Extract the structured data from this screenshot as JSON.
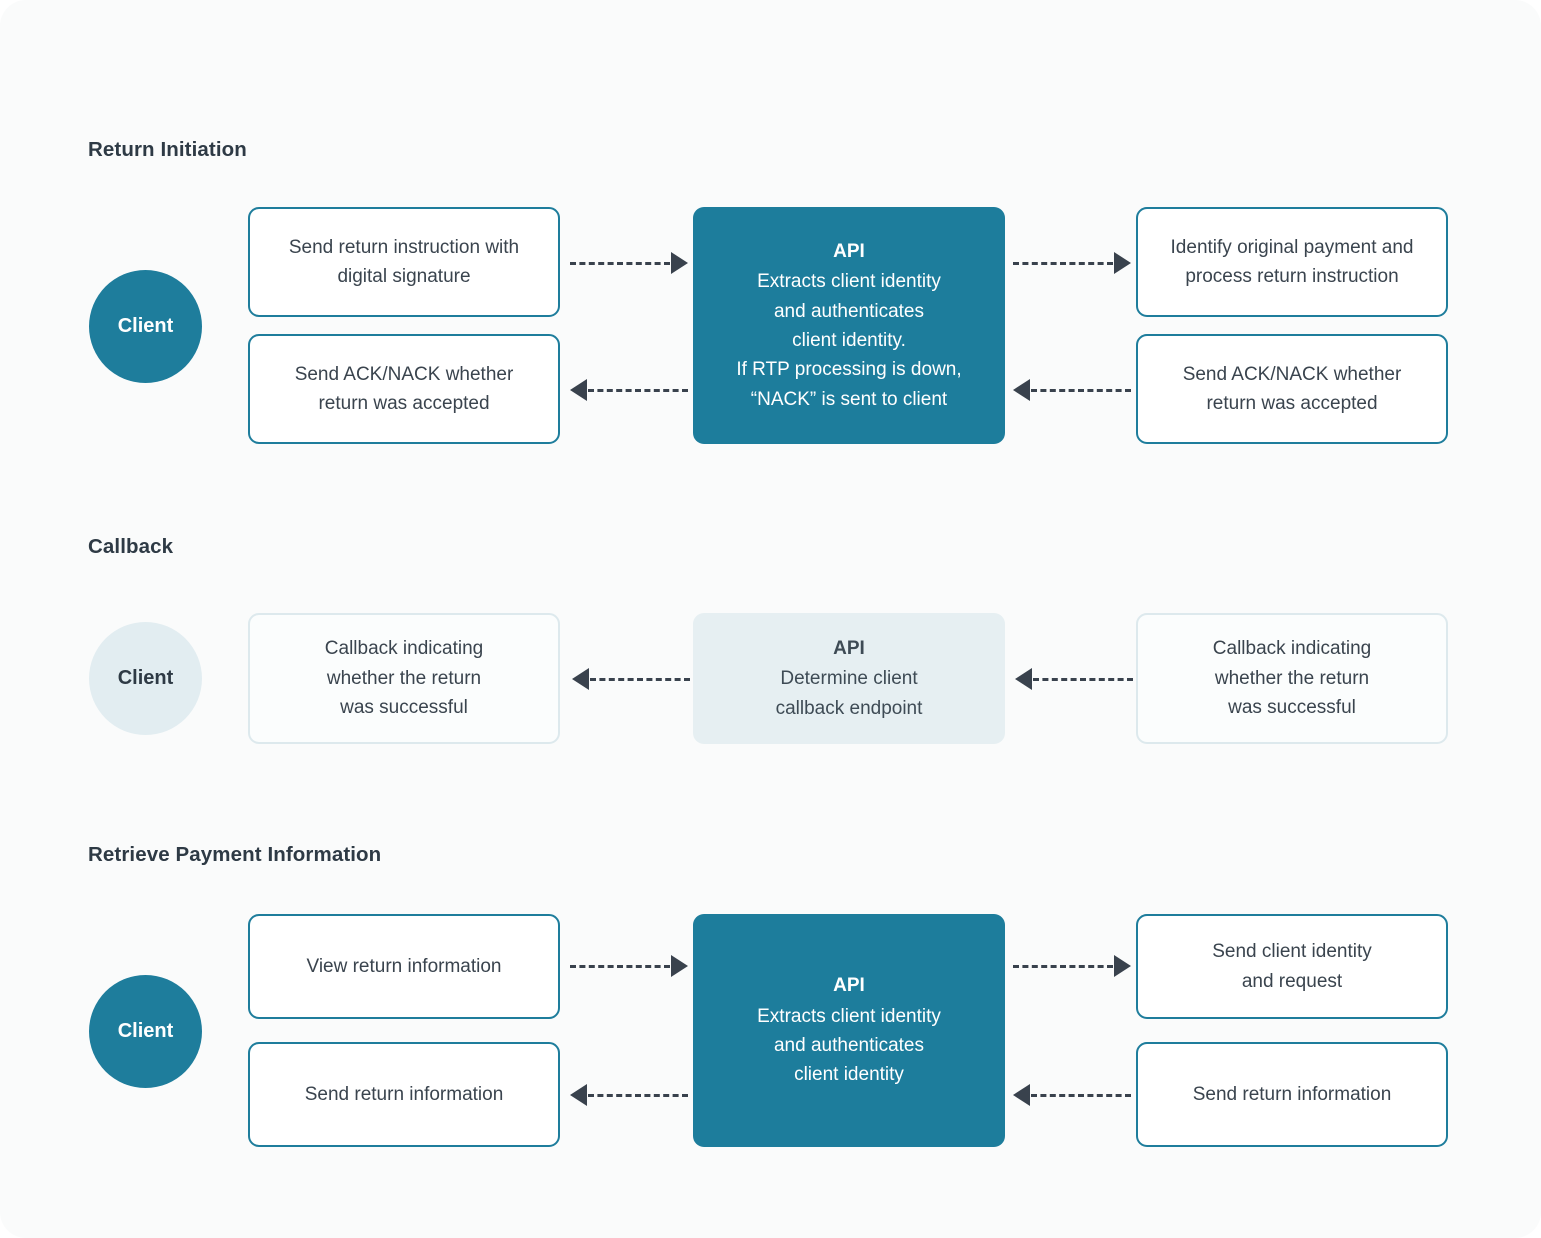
{
  "colors": {
    "canvas": "#fafbfb",
    "teal": "#1d7d9c",
    "teal_muted": "#e6eff2",
    "border_muted": "#dde9ed",
    "text_dark": "#2e3a45",
    "arrow": "#39424d"
  },
  "sections": [
    {
      "id": "return-initiation",
      "heading": "Return Initiation",
      "client": {
        "label": "Client",
        "style": "active"
      },
      "left_boxes": [
        {
          "id": "send-return-instruction",
          "text": "Send return instruction with\ndigital signature",
          "style": "outline"
        },
        {
          "id": "send-ack-nack-left",
          "text": "Send ACK/NACK whether\nreturn was accepted",
          "style": "outline"
        }
      ],
      "center_box": {
        "id": "api-return-initiation",
        "title": "API",
        "body": "Extracts client identity\nand authenticates\nclient identity.\nIf RTP processing is down,\n“NACK” is sent to client",
        "style": "filled"
      },
      "right_boxes": [
        {
          "id": "identify-original-payment",
          "text": "Identify original payment and\nprocess return instruction",
          "style": "outline"
        },
        {
          "id": "send-ack-nack-right",
          "text": "Send ACK/NACK whether\nreturn was accepted",
          "style": "outline"
        }
      ],
      "arrows": [
        {
          "id": "arrow-client-to-api",
          "direction": "right"
        },
        {
          "id": "arrow-api-to-client",
          "direction": "left"
        },
        {
          "id": "arrow-api-to-rtp",
          "direction": "right"
        },
        {
          "id": "arrow-rtp-to-api",
          "direction": "left"
        }
      ]
    },
    {
      "id": "callback",
      "heading": "Callback",
      "client": {
        "label": "Client",
        "style": "muted"
      },
      "left_boxes": [
        {
          "id": "callback-to-client",
          "text": "Callback indicating\nwhether the return\nwas successful",
          "style": "outline-muted"
        }
      ],
      "center_box": {
        "id": "api-callback",
        "title": "API",
        "body": "Determine client\ncallback endpoint",
        "style": "filled-muted"
      },
      "right_boxes": [
        {
          "id": "callback-from-rtp",
          "text": "Callback indicating\nwhether the return\nwas successful",
          "style": "outline-muted"
        }
      ],
      "arrows": [
        {
          "id": "arrow-api-to-client-callback",
          "direction": "left"
        },
        {
          "id": "arrow-rtp-to-api-callback",
          "direction": "left"
        }
      ]
    },
    {
      "id": "retrieve-payment-information",
      "heading": "Retrieve Payment Information",
      "client": {
        "label": "Client",
        "style": "active"
      },
      "left_boxes": [
        {
          "id": "view-return-information",
          "text": "View return information",
          "style": "outline"
        },
        {
          "id": "send-return-information-left",
          "text": "Send return information",
          "style": "outline"
        }
      ],
      "center_box": {
        "id": "api-retrieve",
        "title": "API",
        "body": "Extracts client identity\nand authenticates\nclient identity",
        "style": "filled"
      },
      "right_boxes": [
        {
          "id": "send-client-identity-request",
          "text": "Send client identity\nand request",
          "style": "outline"
        },
        {
          "id": "send-return-information-right",
          "text": "Send return information",
          "style": "outline"
        }
      ],
      "arrows": [
        {
          "id": "arrow-client-to-api-retrieve",
          "direction": "right"
        },
        {
          "id": "arrow-api-to-client-retrieve",
          "direction": "left"
        },
        {
          "id": "arrow-api-to-rtp-retrieve",
          "direction": "right"
        },
        {
          "id": "arrow-rtp-to-api-retrieve",
          "direction": "left"
        }
      ]
    }
  ]
}
